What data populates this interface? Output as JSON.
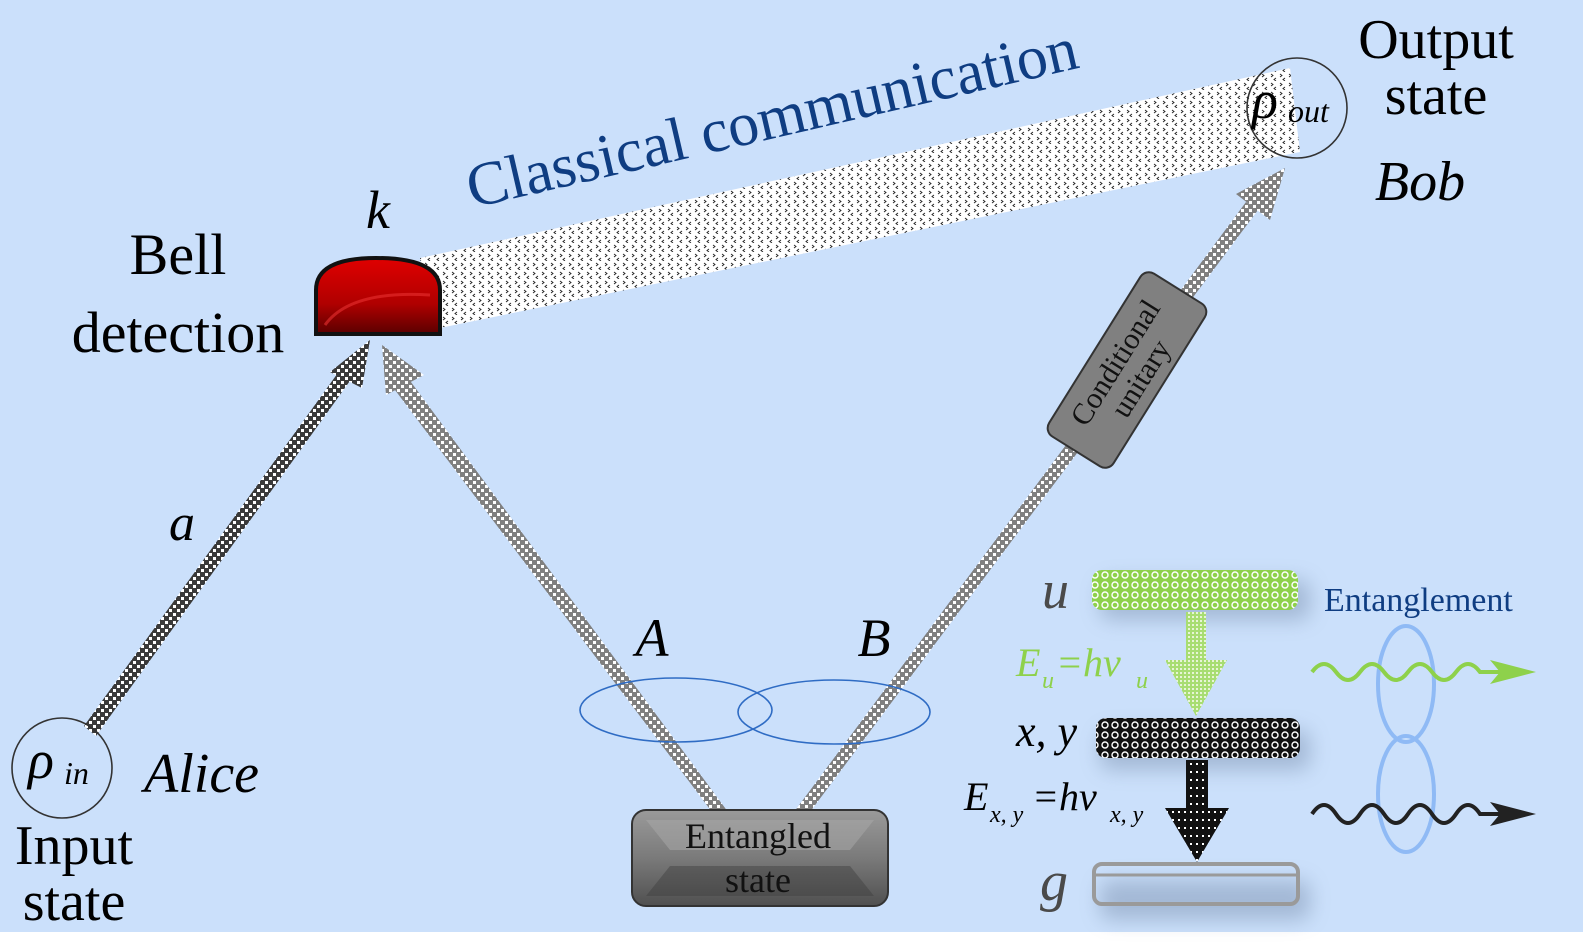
{
  "title": "Quantum teleportation scheme",
  "colors": {
    "background": "#cbe0fb",
    "classical_text": "#0f3d82",
    "entangle_ring": "#2f6cc4",
    "green": "#8ed14b",
    "detector_red": "#cc0000",
    "box_gray": "#7a7a7a",
    "entangle_label": "#0f3d82",
    "wave_ring": "#8fbaf5"
  },
  "labels": {
    "bell_line1": "Bell",
    "bell_line2": "detection",
    "k": "k",
    "classical": "Classical communication",
    "output_line1": "Output",
    "output_line2": "state",
    "bob": "Bob",
    "rho_out_base": "ρ",
    "rho_out_sub": "out",
    "rho_in_base": "ρ",
    "rho_in_sub": "in",
    "alice": "Alice",
    "input_line1": "Input",
    "input_line2": "state",
    "a": "a",
    "A": "A",
    "B": "B",
    "entangled_line1": "Entangled",
    "entangled_line2": "state",
    "conditional_line1": "Conditional",
    "conditional_line2": "unitary"
  },
  "inset": {
    "level_u": "u",
    "level_xy": "x, y",
    "level_g": "g",
    "eu_E": "E",
    "eu_sub": "u",
    "eu_eq": "=hν",
    "eu_nu_sub": "u",
    "exy_E": "E",
    "exy_sub": "x, y",
    "exy_eq": "=hν",
    "exy_nu_sub": "x, y",
    "entanglement": "Entanglement"
  }
}
